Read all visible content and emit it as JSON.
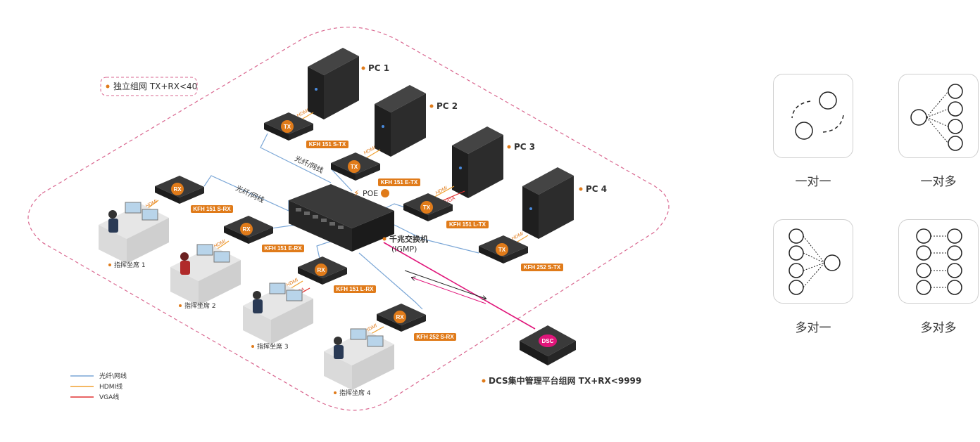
{
  "colors": {
    "orange": "#e07b1a",
    "fiber": "#7aa6d6",
    "hdmi": "#f0a030",
    "vga": "#e03030",
    "pink": "#e0157a",
    "dash": "#d9668f"
  },
  "standalone_label": "独立组网 TX+RX<40",
  "dcs_label": "DCS集中管理平台组网 TX+RX<9999",
  "switch_label": "千兆交换机",
  "switch_sub": "(IGMP)",
  "fiber_label_1": "光纤/网线",
  "fiber_label_2": "光纤/网线",
  "poe_label": "POE",
  "pcs": [
    "PC 1",
    "PC 2",
    "PC 3",
    "PC 4"
  ],
  "tx_models": [
    "KFH 151 S-TX",
    "KFH 151 E-TX",
    "KFH 151 L-TX",
    "KFH 252 S-TX"
  ],
  "rx_models": [
    "KFH 151 S-RX",
    "KFH 151 E-RX",
    "KFH 151 L-RX",
    "KFH 252 S-RX"
  ],
  "box_tx": "TX",
  "box_rx": "RX",
  "box_dsc": "DSC",
  "cable_hdmi": "HDMI",
  "cable_vga": "VGA",
  "seats": [
    "指挥坐席 1",
    "指挥坐席 2",
    "指挥坐席 3",
    "指挥坐席 4"
  ],
  "legend": [
    {
      "label": "光纤\\网线",
      "color": "#7aa6d6"
    },
    {
      "label": "HDMI线",
      "color": "#f0a030"
    },
    {
      "label": "VGA线",
      "color": "#e03030"
    }
  ],
  "modes": [
    "一对一",
    "一对多",
    "多对一",
    "多对多"
  ]
}
